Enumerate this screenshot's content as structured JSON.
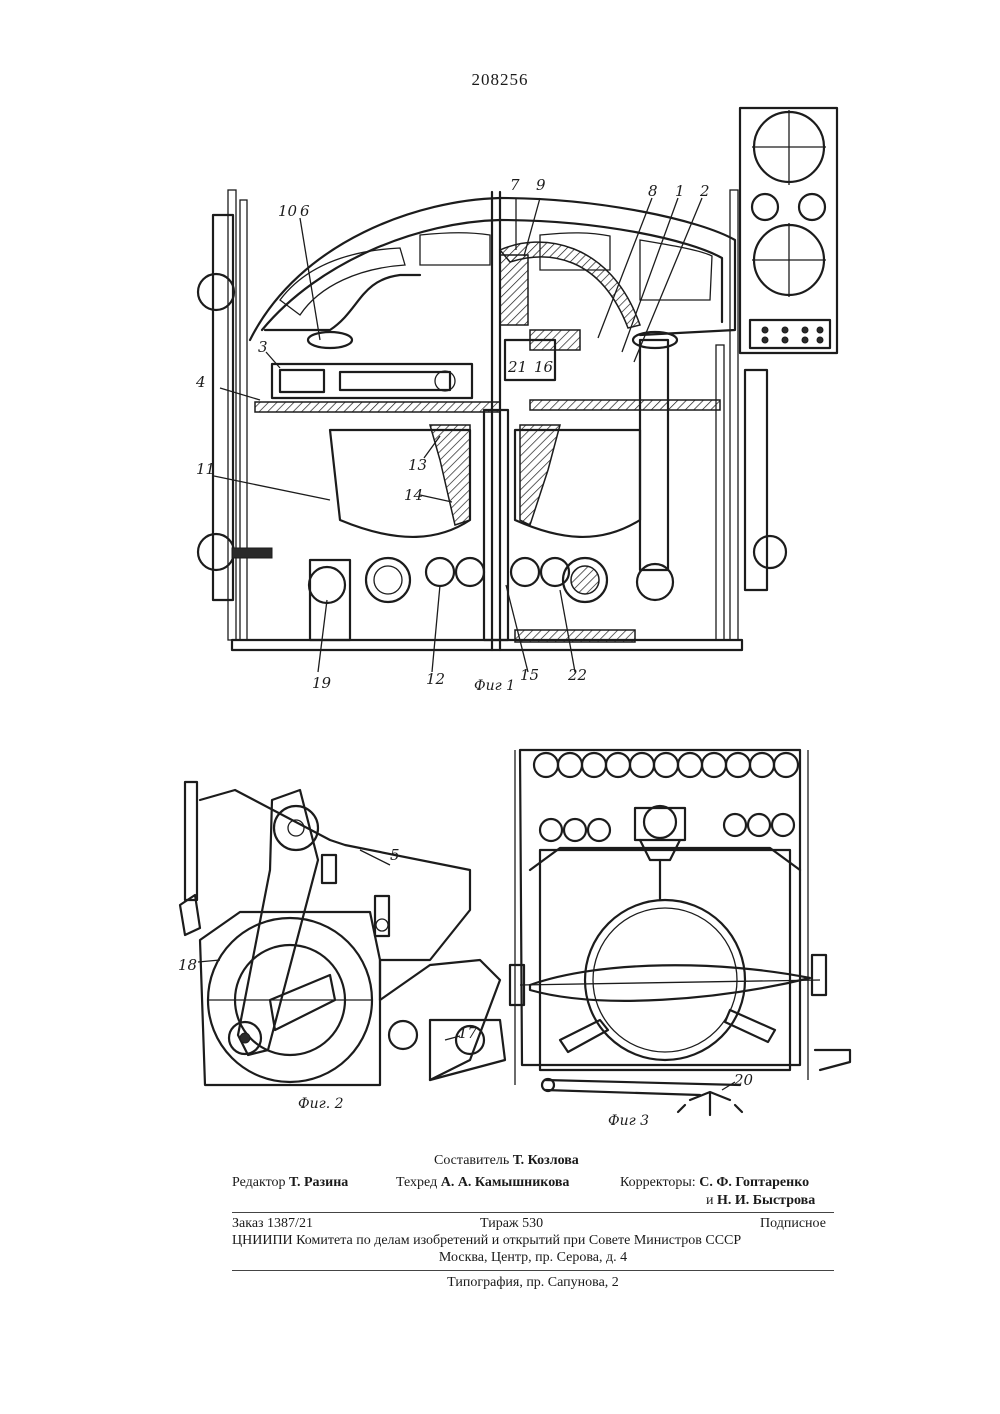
{
  "header": {
    "patent_number": "208256"
  },
  "figures": {
    "fig1": {
      "caption": "Фиг 1",
      "labels": [
        "10",
        "6",
        "7",
        "9",
        "8",
        "1",
        "2",
        "3",
        "4",
        "21",
        "16",
        "11",
        "13",
        "14",
        "19",
        "12",
        "15",
        "22"
      ]
    },
    "fig2": {
      "caption": "Фиг. 2",
      "labels": [
        "5",
        "18",
        "17"
      ]
    },
    "fig3": {
      "caption": "Фиг 3",
      "labels": [
        "20"
      ]
    }
  },
  "credits": {
    "compiler_prefix": "Составитель",
    "compiler": "Т. Козлова",
    "editor_prefix": "Редактор",
    "editor": "Т. Разина",
    "techred_prefix": "Техред",
    "techred": "А. А. Камышникова",
    "correctors_prefix": "Корректоры:",
    "corrector1": "С. Ф. Гоптаренко",
    "corrector2_prefix": "и",
    "corrector2": "Н. И. Быстрова"
  },
  "imprint": {
    "order": "Заказ 1387/21",
    "circulation": "Тираж 530",
    "subscription": "Подписное",
    "institute": "ЦНИИПИ Комитета по делам изобретений и открытий при Совете Министров СССР",
    "address": "Москва, Центр, пр. Серова, д. 4",
    "printer": "Типография, пр. Сапунова, 2"
  }
}
